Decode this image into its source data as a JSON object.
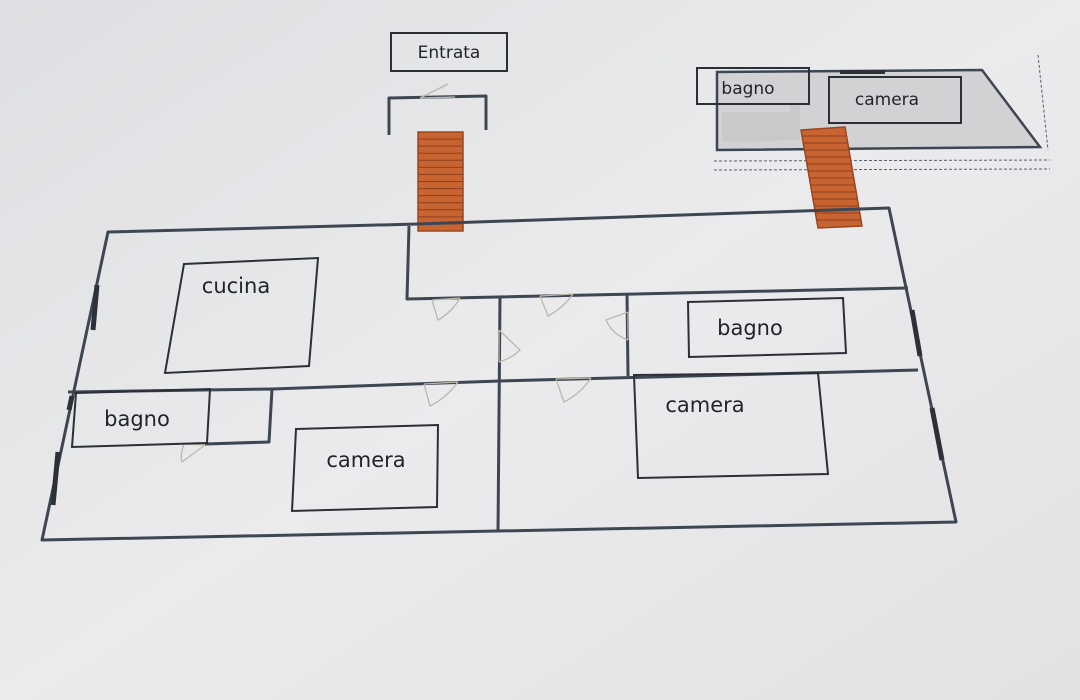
{
  "labels": {
    "entrance": "Entrata",
    "annex_bathroom": "bagno",
    "annex_room": "camera",
    "kitchen": "cucina",
    "bathroom_right": "bagno",
    "room_right": "camera",
    "bathroom_left": "bagno",
    "room_left": "camera"
  },
  "colors": {
    "background": "#e4e4e6",
    "wall": "#3e4654",
    "stairs": "#c86432"
  }
}
